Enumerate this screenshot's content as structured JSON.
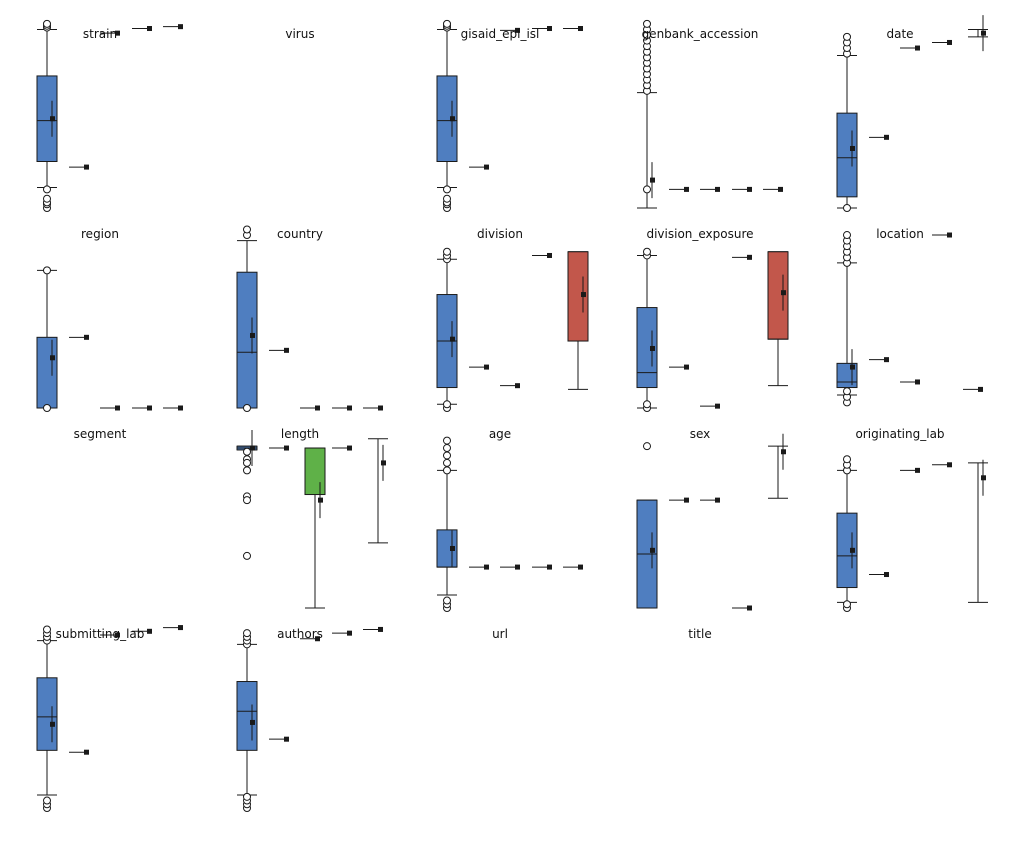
{
  "chart_data": {
    "type": "box",
    "layout": "grid-5x4",
    "colors": {
      "blue": "#4f7ec0",
      "red": "#c2574b",
      "green": "#5fb148",
      "outline": "#1a1a1a"
    },
    "panels": [
      {
        "title": "strain",
        "groups": [
          {
            "pos": 1,
            "kind": "box",
            "color": "blue",
            "q1": 0.25,
            "median": 0.47,
            "q3": 0.71,
            "wlo": 0.11,
            "whi": 0.96,
            "mean": 0.48,
            "outliers_hi": [
              0.97,
              0.98,
              0.99
            ],
            "outliers_lo": [
              0.0,
              0.02,
              0.03,
              0.05,
              0.1
            ]
          },
          {
            "pos": 2,
            "kind": "point",
            "value": 0.22
          },
          {
            "pos": 3,
            "kind": "point",
            "value": 0.94
          },
          {
            "pos": 4,
            "kind": "point",
            "value": 0.965
          },
          {
            "pos": 5,
            "kind": "point",
            "value": 0.975
          }
        ]
      },
      {
        "title": "virus",
        "groups": []
      },
      {
        "title": "gisaid_epi_isl",
        "groups": [
          {
            "pos": 1,
            "kind": "box",
            "color": "blue",
            "q1": 0.25,
            "median": 0.47,
            "q3": 0.71,
            "wlo": 0.11,
            "whi": 0.96,
            "mean": 0.48,
            "outliers_hi": [
              0.97,
              0.98,
              0.99
            ],
            "outliers_lo": [
              0.0,
              0.02,
              0.03,
              0.05,
              0.1
            ]
          },
          {
            "pos": 2,
            "kind": "point",
            "value": 0.22
          },
          {
            "pos": 3,
            "kind": "point",
            "value": 0.955
          },
          {
            "pos": 4,
            "kind": "point",
            "value": 0.965
          },
          {
            "pos": 5,
            "kind": "point",
            "value": 0.965
          }
        ]
      },
      {
        "title": "genbank_accession",
        "groups": [
          {
            "pos": 1,
            "kind": "whisker",
            "wlo": 0.0,
            "whi": 0.62,
            "mean": 0.15,
            "marker_y": 0.1,
            "outliers_hi": [
              0.63,
              0.66,
              0.69,
              0.72,
              0.75,
              0.78,
              0.81,
              0.84,
              0.87,
              0.9,
              0.93,
              0.96,
              0.99
            ],
            "outliers_lo": [
              0.1
            ]
          },
          {
            "pos": 2,
            "kind": "point",
            "value": 0.1
          },
          {
            "pos": 3,
            "kind": "point",
            "value": 0.1
          },
          {
            "pos": 4,
            "kind": "point",
            "value": 0.1
          },
          {
            "pos": 5,
            "kind": "point",
            "value": 0.1
          }
        ]
      },
      {
        "title": "date",
        "groups": [
          {
            "pos": 1,
            "kind": "box",
            "color": "blue",
            "q1": 0.06,
            "median": 0.27,
            "q3": 0.51,
            "wlo": 0.0,
            "whi": 0.82,
            "mean": 0.32,
            "outliers_hi": [
              0.83,
              0.86,
              0.89,
              0.92
            ],
            "outliers_lo": [
              0.0
            ]
          },
          {
            "pos": 2,
            "kind": "point",
            "value": 0.38
          },
          {
            "pos": 3,
            "kind": "point",
            "value": 0.86
          },
          {
            "pos": 4,
            "kind": "point",
            "value": 0.89
          },
          {
            "pos": 5,
            "kind": "whisker",
            "wlo": 0.92,
            "whi": 0.96,
            "mean": 0.94
          }
        ]
      },
      {
        "title": "region",
        "groups": [
          {
            "pos": 1,
            "kind": "box",
            "color": "blue",
            "q1": 0.0,
            "median": 0.0,
            "q3": 0.38,
            "wlo": 0.0,
            "whi": 0.74,
            "mean": 0.27,
            "outliers_hi": [
              0.74
            ],
            "outliers_lo": [
              0.0
            ]
          },
          {
            "pos": 2,
            "kind": "point",
            "value": 0.38
          },
          {
            "pos": 3,
            "kind": "point",
            "value": 0.0
          },
          {
            "pos": 4,
            "kind": "point",
            "value": 0.0
          },
          {
            "pos": 5,
            "kind": "point",
            "value": 0.0
          }
        ]
      },
      {
        "title": "country",
        "groups": [
          {
            "pos": 1,
            "kind": "box",
            "color": "blue",
            "q1": 0.0,
            "median": 0.3,
            "q3": 0.73,
            "wlo": 0.0,
            "whi": 0.9,
            "mean": 0.39,
            "outliers_hi": [
              0.93,
              0.96
            ],
            "outliers_lo": [
              0.0
            ]
          },
          {
            "pos": 2,
            "kind": "point",
            "value": 0.31
          },
          {
            "pos": 3,
            "kind": "point",
            "value": 0.0
          },
          {
            "pos": 4,
            "kind": "point",
            "value": 0.0
          },
          {
            "pos": 5,
            "kind": "point",
            "value": 0.0
          }
        ]
      },
      {
        "title": "division",
        "groups": [
          {
            "pos": 1,
            "kind": "box",
            "color": "blue",
            "q1": 0.11,
            "median": 0.36,
            "q3": 0.61,
            "wlo": 0.02,
            "whi": 0.8,
            "mean": 0.37,
            "outliers_hi": [
              0.8,
              0.82,
              0.84
            ],
            "outliers_lo": [
              0.0,
              0.02
            ]
          },
          {
            "pos": 2,
            "kind": "point",
            "value": 0.22
          },
          {
            "pos": 3,
            "kind": "point",
            "value": 0.12
          },
          {
            "pos": 4,
            "kind": "point",
            "value": 0.82
          },
          {
            "pos": 5,
            "kind": "box",
            "color": "red",
            "q1": 0.36,
            "median": 0.36,
            "q3": 0.84,
            "wlo": 0.1,
            "whi": 0.84,
            "mean": 0.61
          }
        ]
      },
      {
        "title": "division_exposure",
        "groups": [
          {
            "pos": 1,
            "kind": "box",
            "color": "blue",
            "q1": 0.11,
            "median": 0.19,
            "q3": 0.54,
            "wlo": 0.0,
            "whi": 0.82,
            "mean": 0.32,
            "outliers_hi": [
              0.82,
              0.84
            ],
            "outliers_lo": [
              0.0,
              0.02
            ]
          },
          {
            "pos": 2,
            "kind": "point",
            "value": 0.22
          },
          {
            "pos": 3,
            "kind": "point",
            "value": 0.01
          },
          {
            "pos": 4,
            "kind": "point",
            "value": 0.81
          },
          {
            "pos": 5,
            "kind": "box",
            "color": "red",
            "q1": 0.37,
            "median": 0.37,
            "q3": 0.84,
            "wlo": 0.12,
            "whi": 0.84,
            "mean": 0.62
          }
        ]
      },
      {
        "title": "location",
        "groups": [
          {
            "pos": 1,
            "kind": "box",
            "color": "blue",
            "q1": 0.11,
            "median": 0.14,
            "q3": 0.24,
            "wlo": 0.07,
            "whi": 0.78,
            "mean": 0.22,
            "outliers_hi": [
              0.78,
              0.81,
              0.84,
              0.87,
              0.9,
              0.93
            ],
            "outliers_lo": [
              0.03,
              0.06,
              0.09
            ]
          },
          {
            "pos": 2,
            "kind": "point",
            "value": 0.26
          },
          {
            "pos": 3,
            "kind": "point",
            "value": 0.14
          },
          {
            "pos": 4,
            "kind": "point",
            "value": 0.93
          },
          {
            "pos": 5,
            "kind": "point",
            "value": 0.1
          }
        ]
      },
      {
        "title": "segment",
        "groups": []
      },
      {
        "title": "length",
        "groups": [
          {
            "pos": 1,
            "kind": "box",
            "color": "blue",
            "q1": 0.85,
            "median": 0.86,
            "q3": 0.87,
            "wlo": 0.85,
            "whi": 0.87,
            "mean": 0.86,
            "outliers_hi": [
              0.84,
              0.8,
              0.78,
              0.74
            ],
            "outliers_lo": [
              0.6,
              0.58,
              0.28
            ]
          },
          {
            "pos": 2,
            "kind": "point",
            "value": 0.86
          },
          {
            "pos": 3,
            "kind": "box",
            "color": "green",
            "q1": 0.61,
            "median": 0.86,
            "q3": 0.86,
            "wlo": 0.0,
            "whi": 0.86,
            "mean": 0.58
          },
          {
            "pos": 4,
            "kind": "point",
            "value": 0.86
          },
          {
            "pos": 5,
            "kind": "whisker",
            "wlo": 0.35,
            "whi": 0.91,
            "mean": 0.78
          }
        ]
      },
      {
        "title": "age",
        "groups": [
          {
            "pos": 1,
            "kind": "box",
            "color": "blue",
            "q1": 0.22,
            "median": 0.22,
            "q3": 0.42,
            "wlo": 0.07,
            "whi": 0.74,
            "mean": 0.32,
            "outliers_hi": [
              0.74,
              0.78,
              0.82,
              0.86,
              0.9
            ],
            "outliers_lo": [
              0.0,
              0.02,
              0.04
            ]
          },
          {
            "pos": 2,
            "kind": "point",
            "value": 0.22
          },
          {
            "pos": 3,
            "kind": "point",
            "value": 0.22
          },
          {
            "pos": 4,
            "kind": "point",
            "value": 0.22
          },
          {
            "pos": 5,
            "kind": "point",
            "value": 0.22
          }
        ]
      },
      {
        "title": "sex",
        "groups": [
          {
            "pos": 1,
            "kind": "box",
            "color": "blue",
            "q1": 0.0,
            "median": 0.29,
            "q3": 0.58,
            "wlo": 0.0,
            "whi": 0.58,
            "mean": 0.31,
            "outliers_hi": [
              0.87
            ],
            "outliers_lo": []
          },
          {
            "pos": 2,
            "kind": "point",
            "value": 0.58
          },
          {
            "pos": 3,
            "kind": "point",
            "value": 0.58
          },
          {
            "pos": 4,
            "kind": "point",
            "value": 0.0
          },
          {
            "pos": 5,
            "kind": "whisker",
            "wlo": 0.59,
            "whi": 0.87,
            "mean": 0.84
          }
        ]
      },
      {
        "title": "originating_lab",
        "groups": [
          {
            "pos": 1,
            "kind": "box",
            "color": "blue",
            "q1": 0.11,
            "median": 0.28,
            "q3": 0.51,
            "wlo": 0.03,
            "whi": 0.74,
            "mean": 0.31,
            "outliers_hi": [
              0.74,
              0.77,
              0.8
            ],
            "outliers_lo": [
              0.0,
              0.02
            ]
          },
          {
            "pos": 2,
            "kind": "point",
            "value": 0.18
          },
          {
            "pos": 3,
            "kind": "point",
            "value": 0.74
          },
          {
            "pos": 4,
            "kind": "point",
            "value": 0.77
          },
          {
            "pos": 5,
            "kind": "whisker",
            "wlo": 0.03,
            "whi": 0.78,
            "mean": 0.7
          }
        ]
      },
      {
        "title": "submitting_lab",
        "groups": [
          {
            "pos": 1,
            "kind": "box",
            "color": "blue",
            "q1": 0.31,
            "median": 0.49,
            "q3": 0.7,
            "wlo": 0.07,
            "whi": 0.9,
            "mean": 0.45,
            "outliers_hi": [
              0.9,
              0.92,
              0.94,
              0.96
            ],
            "outliers_lo": [
              0.0,
              0.02,
              0.04
            ]
          },
          {
            "pos": 2,
            "kind": "point",
            "value": 0.3
          },
          {
            "pos": 3,
            "kind": "point",
            "value": 0.93
          },
          {
            "pos": 4,
            "kind": "point",
            "value": 0.95
          },
          {
            "pos": 5,
            "kind": "point",
            "value": 0.97
          }
        ]
      },
      {
        "title": "authors",
        "groups": [
          {
            "pos": 1,
            "kind": "box",
            "color": "blue",
            "q1": 0.31,
            "median": 0.52,
            "q3": 0.68,
            "wlo": 0.07,
            "whi": 0.88,
            "mean": 0.46,
            "outliers_hi": [
              0.88,
              0.9,
              0.92,
              0.94
            ],
            "outliers_lo": [
              0.0,
              0.02,
              0.04,
              0.06
            ]
          },
          {
            "pos": 2,
            "kind": "point",
            "value": 0.37
          },
          {
            "pos": 3,
            "kind": "point",
            "value": 0.91
          },
          {
            "pos": 4,
            "kind": "point",
            "value": 0.94
          },
          {
            "pos": 5,
            "kind": "point",
            "value": 0.96
          }
        ]
      },
      {
        "title": "url",
        "groups": []
      },
      {
        "title": "title",
        "groups": []
      }
    ]
  }
}
